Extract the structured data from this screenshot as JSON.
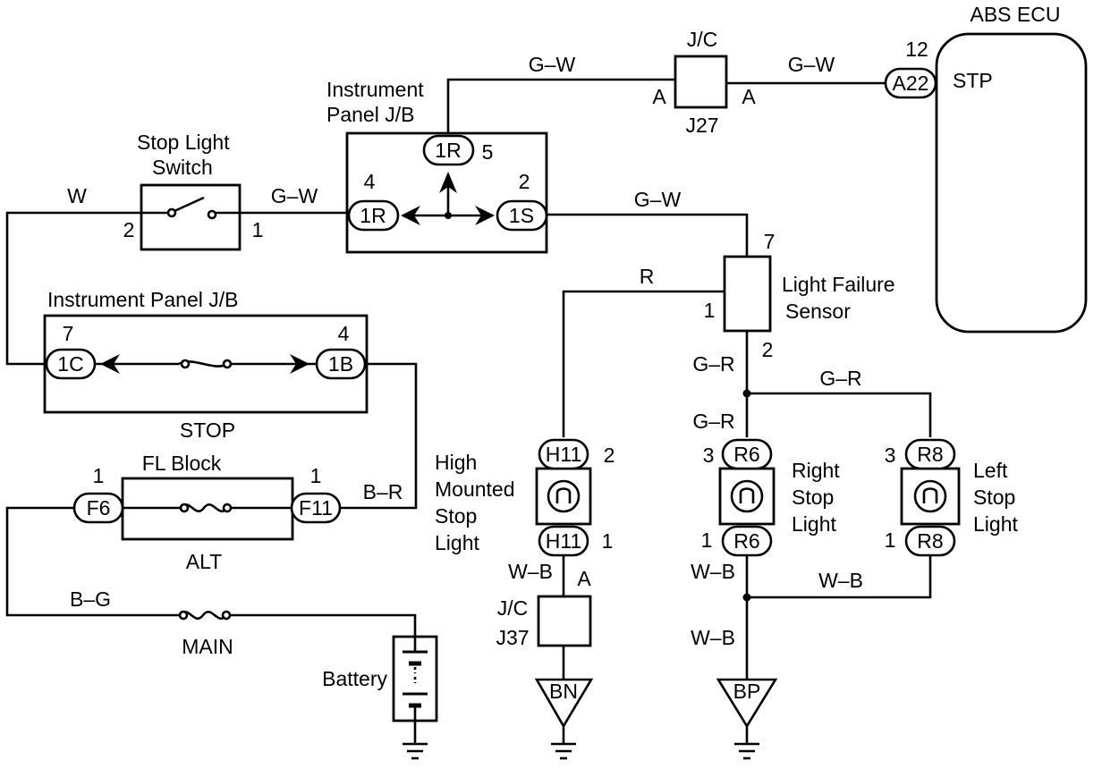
{
  "components": {
    "abs_ecu": {
      "title": "ABS ECU",
      "pin": "12",
      "conn": "A22",
      "term": "STP"
    },
    "jc_j27": {
      "title": "J/C",
      "id": "J27",
      "pin_left": "A",
      "pin_right": "A"
    },
    "ipjb_top": {
      "title1": "Instrument",
      "title2": "Panel J/B",
      "c_top": "1R",
      "p_top": "5",
      "c_left": "1R",
      "p_left": "4",
      "c_right": "1S",
      "p_right": "2"
    },
    "stop_switch": {
      "title1": "Stop Light",
      "title2": "Switch",
      "p_left": "2",
      "p_right": "1"
    },
    "ipjb_bottom": {
      "title": "Instrument Panel J/B",
      "c_left": "1C",
      "p_left": "7",
      "c_right": "1B",
      "p_right": "4",
      "fuse": "STOP"
    },
    "fl_block": {
      "title": "FL Block",
      "c_left": "F6",
      "p_left": "1",
      "c_right": "F11",
      "p_right": "1",
      "fuse": "ALT"
    },
    "main_fuse": {
      "label": "MAIN"
    },
    "battery": {
      "label": "Battery"
    },
    "lfs": {
      "title1": "Light Failure",
      "title2": "Sensor",
      "p_top": "7",
      "p_left": "1",
      "p_bottom": "2"
    },
    "hmsl": {
      "l1": "High",
      "l2": "Mounted",
      "l3": "Stop",
      "l4": "Light",
      "c_top": "H11",
      "p_top": "2",
      "c_bot": "H11",
      "p_bot": "1"
    },
    "jc_j37": {
      "title": "J/C",
      "id": "J37",
      "pin": "A"
    },
    "rsl": {
      "l1": "Right",
      "l2": "Stop",
      "l3": "Light",
      "c_top": "R6",
      "p_top": "3",
      "c_bot": "R6",
      "p_bot": "1"
    },
    "lsl": {
      "l1": "Left",
      "l2": "Stop",
      "l3": "Light",
      "c_top": "R8",
      "p_top": "3",
      "c_bot": "R8",
      "p_bot": "1"
    },
    "ground_bn": {
      "label": "BN"
    },
    "ground_bp": {
      "label": "BP"
    }
  },
  "wires": {
    "gw_jb_jc": "G–W",
    "gw_jc_ecu": "G–W",
    "w_switch": "W",
    "gw_switch_jb": "G–W",
    "gw_jb_lfs": "G–W",
    "r_lfs": "R",
    "gr_lfs_out": "G–R",
    "gr_branch": "G–R",
    "gr_rsl": "G–R",
    "br_fl": "B–R",
    "bg_main": "B–G",
    "wb_hmsl": "W–B",
    "wb_right": "W–B",
    "wb_branch": "W–B",
    "wb_ground": "W–B"
  },
  "colors": {
    "line": "#000000",
    "background": "#ffffff"
  }
}
